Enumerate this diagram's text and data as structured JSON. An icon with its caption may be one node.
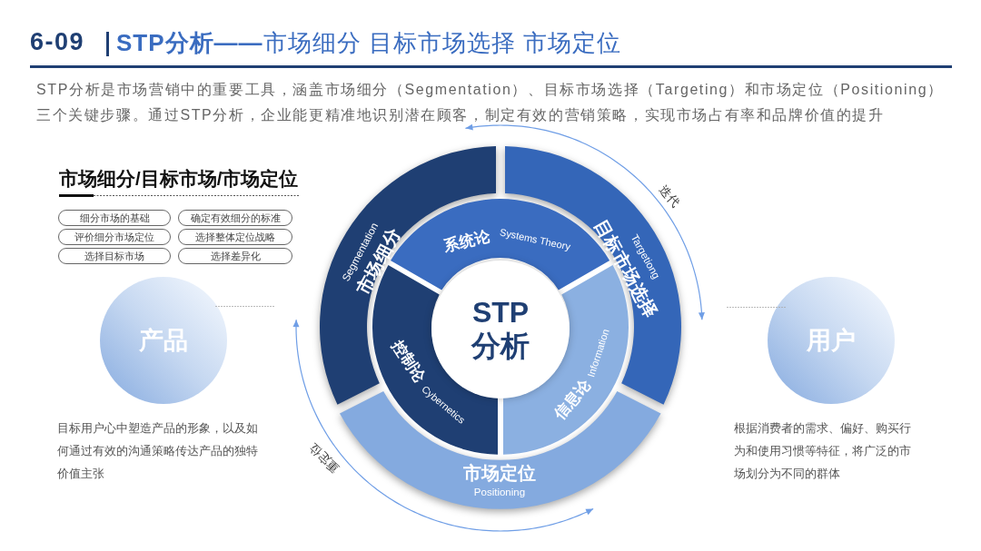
{
  "diagram": {
    "title": "**STP分析——**市场细分 目标市场选择 市场定位",
    "nodes": [
      {
        "text": [
          "细分市场的基础"
        ]
      },
      {
        "text": [
          "确定有效细分的标准"
        ]
      },
      {
        "text": [
          "评价细分市场定位"
        ]
      },
      {
        "text": [
          "选择整体定位战略"
        ]
      },
      {
        "text": [
          "选择目标市场"
        ]
      },
      {
        "text": [
          "选择差异化"
        ]
      },
      {
        "text": [
          "市场细分",
          "Segmentation"
        ]
      },
      {
        "text": [
          "目标市场选择",
          "Targetiong"
        ]
      },
      {
        "text": [
          "系统论",
          "Systems Theory"
        ]
      },
      {
        "text": [
          "控制论",
          "Cybernetics"
        ]
      },
      {
        "text": [
          "信息论",
          "Information"
        ]
      },
      {
        "text": [
          "STP分析"
        ]
      },
      {
        "text": [
          "市场定位",
          "Positioning"
        ]
      },
      {
        "text": [
          "产品"
        ],
        "beside": [
          "目标用户心中塑造产品的形象，以及如何通过有效的沟通策略传达产品的独特价值主张"
        ]
      },
      {
        "text": [
          "用户"
        ],
        "beside": [
          "根据消费者的需求、偏好、购买行为和使用习惯等特征，将广泛的市场划分为不同的群体"
        ]
      }
    ],
    "labels": [
      "6-09",
      "STP分析是市场营销中的重要工具，涵盖市场细分（Segmentation）、目标市场选择（Targeting）和市场定位（Positioning）三个关键步骤。通过STP分析，企业能更精准地识别潜在顾客，制定有效的营销策略，实现市场占有率和品牌价值的提升",
      "市场细分/目标市场/市场定位",
      "迭代",
      "重定位"
    ]
  }
}
